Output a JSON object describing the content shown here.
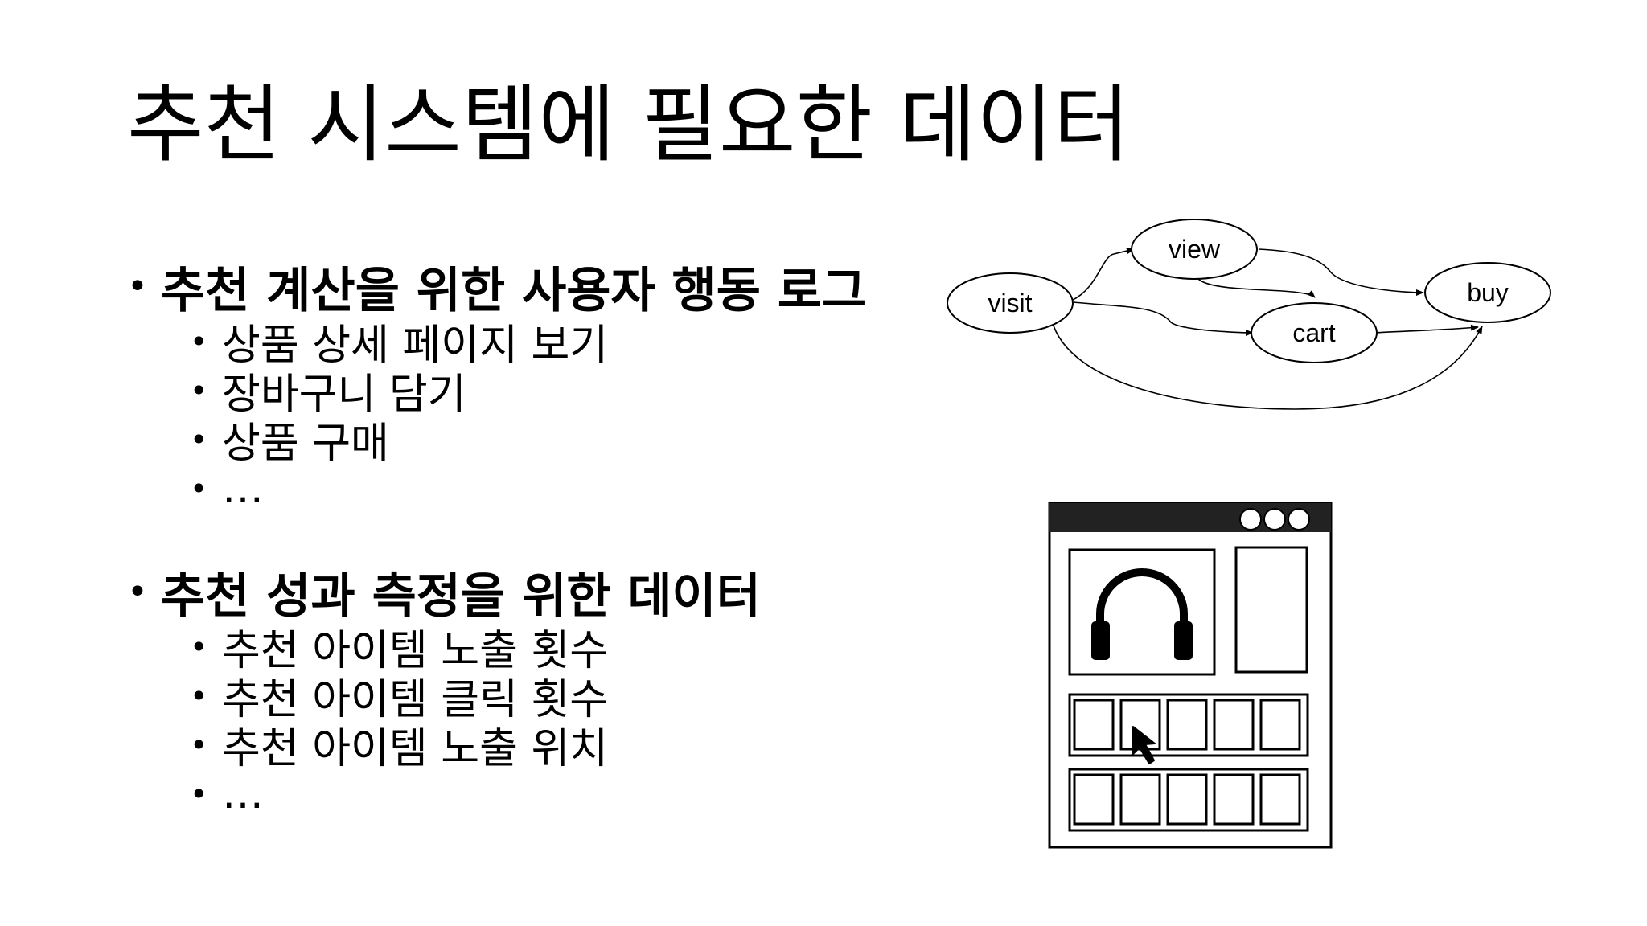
{
  "title": "추천 시스템에 필요한 데이터",
  "bullet_glyph": "•",
  "sections": [
    {
      "heading": "추천 계산을 위한 사용자 행동 로그",
      "items": [
        "상품 상세 페이지 보기",
        "장바구니 담기",
        "상품 구매",
        "…"
      ]
    },
    {
      "heading": "추천 성과 측정을 위한 데이터",
      "items": [
        "추천 아이템 노출 횟수",
        "추천 아이템 클릭 횟수",
        "추천 아이템 노출 위치",
        "…"
      ]
    }
  ],
  "diagram": {
    "nodes": {
      "visit": "visit",
      "view": "view",
      "cart": "cart",
      "buy": "buy"
    }
  },
  "illustration": {
    "icons": [
      "browser-window-icon",
      "headphones-icon",
      "mouse-cursor-icon"
    ]
  }
}
